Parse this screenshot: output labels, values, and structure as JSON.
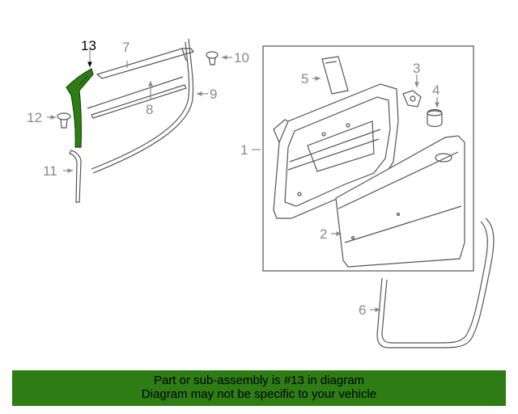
{
  "callouts": {
    "c1": "1",
    "c2": "2",
    "c3": "3",
    "c4": "4",
    "c5": "5",
    "c6": "6",
    "c7": "7",
    "c8": "8",
    "c9": "9",
    "c10": "10",
    "c11": "11",
    "c12": "12",
    "c13": "13"
  },
  "highlight_color": "#2e7d14",
  "banner": {
    "line1": "Part or sub-assembly is #13 in diagram",
    "line2": "Diagram may not be specific to your vehicle"
  }
}
